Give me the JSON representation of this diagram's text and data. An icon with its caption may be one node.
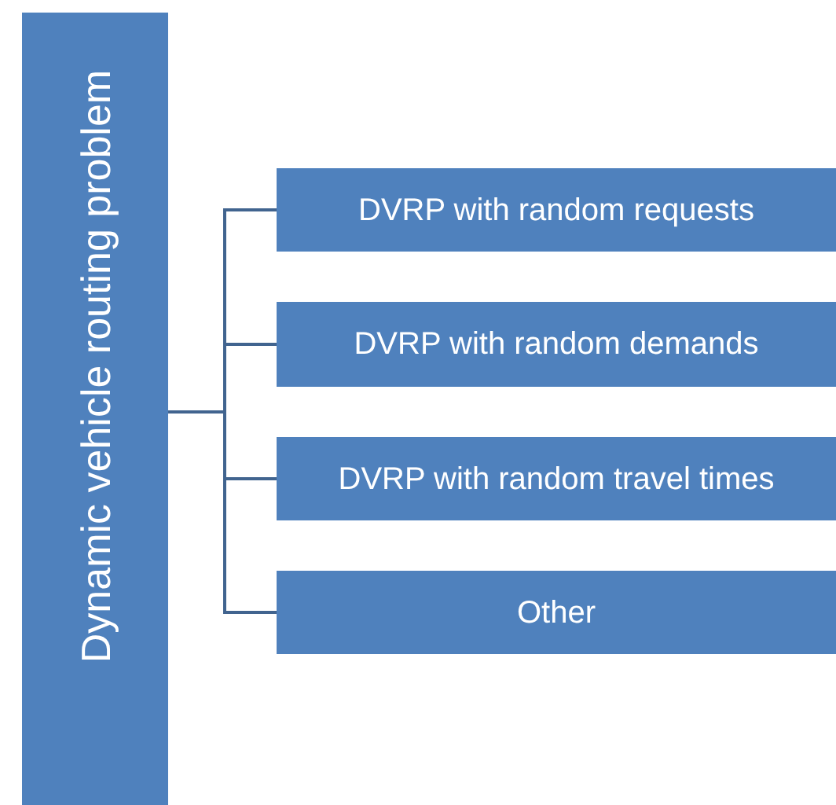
{
  "diagram": {
    "nodes": [
      {
        "text": [
          "Dynamic vehicle routing problem"
        ]
      },
      {
        "text": [
          "DVRP with random requests"
        ]
      },
      {
        "text": [
          "DVRP with random demands"
        ]
      },
      {
        "text": [
          "DVRP with random travel times"
        ]
      },
      {
        "text": [
          "Other"
        ]
      }
    ],
    "edges": [
      {
        "from": 0,
        "to": 1,
        "arrow": "none"
      },
      {
        "from": 0,
        "to": 2,
        "arrow": "none"
      },
      {
        "from": 0,
        "to": 3,
        "arrow": "none"
      },
      {
        "from": 0,
        "to": 4,
        "arrow": "none"
      }
    ]
  }
}
